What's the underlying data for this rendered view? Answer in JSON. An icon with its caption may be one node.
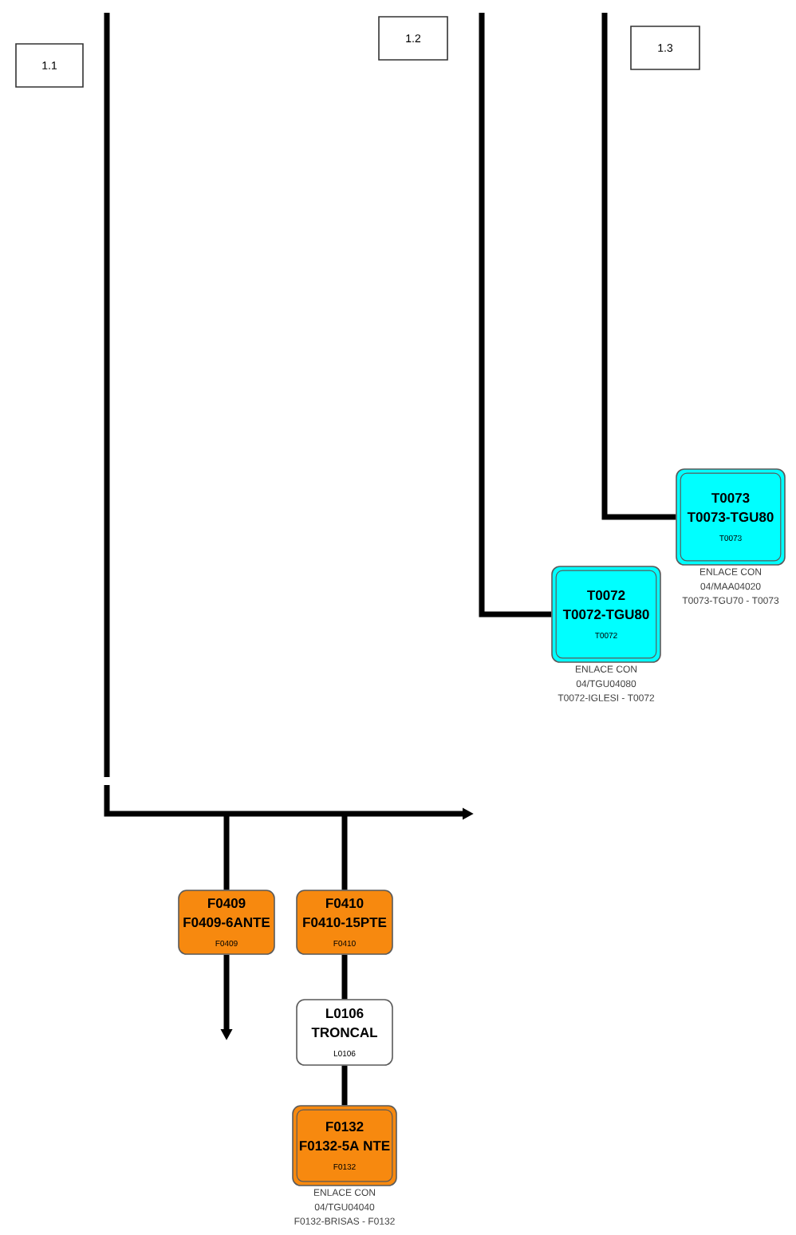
{
  "diagram": {
    "nodes": [
      {
        "text": [
          "1.1"
        ]
      },
      {
        "text": [
          "1.2"
        ]
      },
      {
        "text": [
          "1.3"
        ]
      },
      {
        "text": [
          "T0073",
          "T0073-TGU80",
          "T0073"
        ],
        "beside": [
          "ENLACE CON",
          "04/MAA04020",
          "T0073-TGU70 - T0073"
        ]
      },
      {
        "text": [
          "T0072",
          "T0072-TGU80",
          "T0072"
        ],
        "beside": [
          "ENLACE CON",
          "04/TGU04080",
          "T0072-IGLESI - T0072"
        ]
      },
      {
        "text": [
          "F0409",
          "F0409-6ANTE",
          "F0409"
        ]
      },
      {
        "text": [
          "F0410",
          "F0410-15PTE",
          "F0410"
        ]
      },
      {
        "text": [
          "L0106",
          "TRONCAL",
          "L0106"
        ]
      },
      {
        "text": [
          "F0132",
          "F0132-5A NTE",
          "F0132"
        ],
        "beside": [
          "ENLACE CON",
          "04/TGU04040",
          "F0132-BRISAS - F0132"
        ]
      }
    ],
    "edges": [
      {
        "from": null,
        "to": 3,
        "arrow": "none"
      },
      {
        "from": null,
        "to": 4,
        "arrow": "none"
      },
      {
        "from": null,
        "to": 5,
        "arrow": "none"
      },
      {
        "from": null,
        "to": 6,
        "arrow": "none"
      },
      {
        "from": 5,
        "to": null,
        "arrow": "to"
      },
      {
        "from": 6,
        "to": 7,
        "arrow": "none"
      },
      {
        "from": 7,
        "to": 8,
        "arrow": "none"
      }
    ]
  }
}
